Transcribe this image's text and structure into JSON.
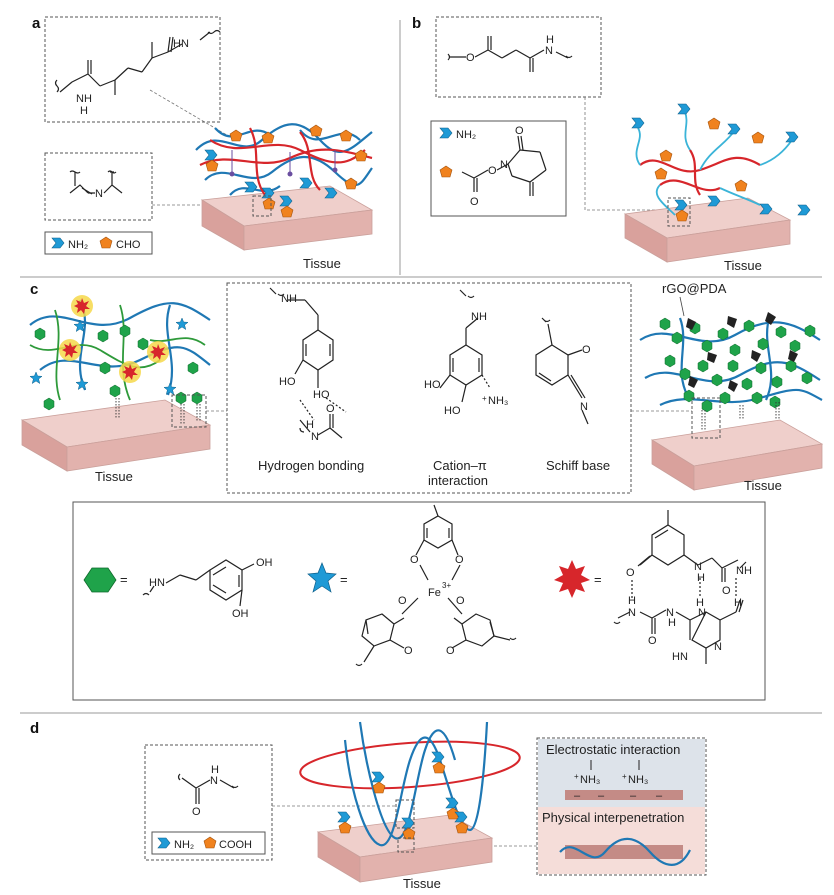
{
  "panels": {
    "a": {
      "label": "a",
      "tissue_label": "Tissue",
      "legend": {
        "nh2": "NH₂",
        "cho": "CHO"
      },
      "chem_labels": {
        "nh_top": "HN",
        "nh_bottom": "NH",
        "h_bottom": "H",
        "n_imine": "N"
      }
    },
    "b": {
      "label": "b",
      "tissue_label": "Tissue",
      "legend": {
        "nh2": "NH₂"
      },
      "chem_labels": {
        "o_ester": "O",
        "nh": "N",
        "h": "H",
        "nhs_o1": "O",
        "nhs_o2": "O",
        "nhs_o3": "O",
        "nhs_n": "N"
      }
    },
    "c": {
      "label": "c",
      "tissue_left": "Tissue",
      "tissue_right": "Tissue",
      "rgo_label": "rGO@PDA",
      "hydrogen_bonding": "Hydrogen bonding",
      "cation_pi_line1": "Cation–π",
      "cation_pi_line2": "interaction",
      "schiff_base": "Schiff base",
      "chem_labels": {
        "nh1": "NH",
        "ho1": "HO",
        "ho2": "HO",
        "o1": "O",
        "h1": "H",
        "n1": "N",
        "nh2": "NH",
        "ho3": "HO",
        "ho4": "HO",
        "nh3": "NH₃",
        "o_schiff": "O",
        "n_schiff": "N"
      },
      "definitions": {
        "eq": "=",
        "hn": "HN",
        "oh1": "OH",
        "oh2": "OH",
        "fe": "Fe",
        "fe_charge": "3+",
        "o_fe": [
          "O",
          "O",
          "O",
          "O",
          "O",
          "O"
        ],
        "upy": {
          "nh_top": "NH",
          "n_a": "N",
          "h_a": "H",
          "o_a": "O",
          "o_b": "O",
          "h_b": "H",
          "n_b": "N",
          "n_c": "N",
          "h_c": "H",
          "h_d": "H",
          "h_e": "H",
          "hn": "HN",
          "o_c": "O",
          "nh_mid": "N",
          "nh_low": "N"
        }
      }
    },
    "d": {
      "label": "d",
      "tissue_label": "Tissue",
      "legend": {
        "nh2": "NH₂",
        "cooh": "COOH"
      },
      "chem_labels": {
        "n": "N",
        "h": "H",
        "o": "O"
      },
      "electrostatic": "Electrostatic interaction",
      "nh3_a": "NH₃",
      "nh3_b": "NH₃",
      "physical": "Physical interpenetration",
      "minus": "–"
    }
  },
  "colors": {
    "nh2_marker": "#1f9ad6",
    "cho_marker": "#f0821e",
    "network_blue": "#1f78b4",
    "network_red": "#d7262b",
    "network_green": "#2e9a3a",
    "catechol_hex": "#1fa34a",
    "fe_star": "#1f9ad6",
    "upy_burst": "#d7262b",
    "tissue_top": "#efcfcb",
    "tissue_side": "#d9a19c"
  }
}
